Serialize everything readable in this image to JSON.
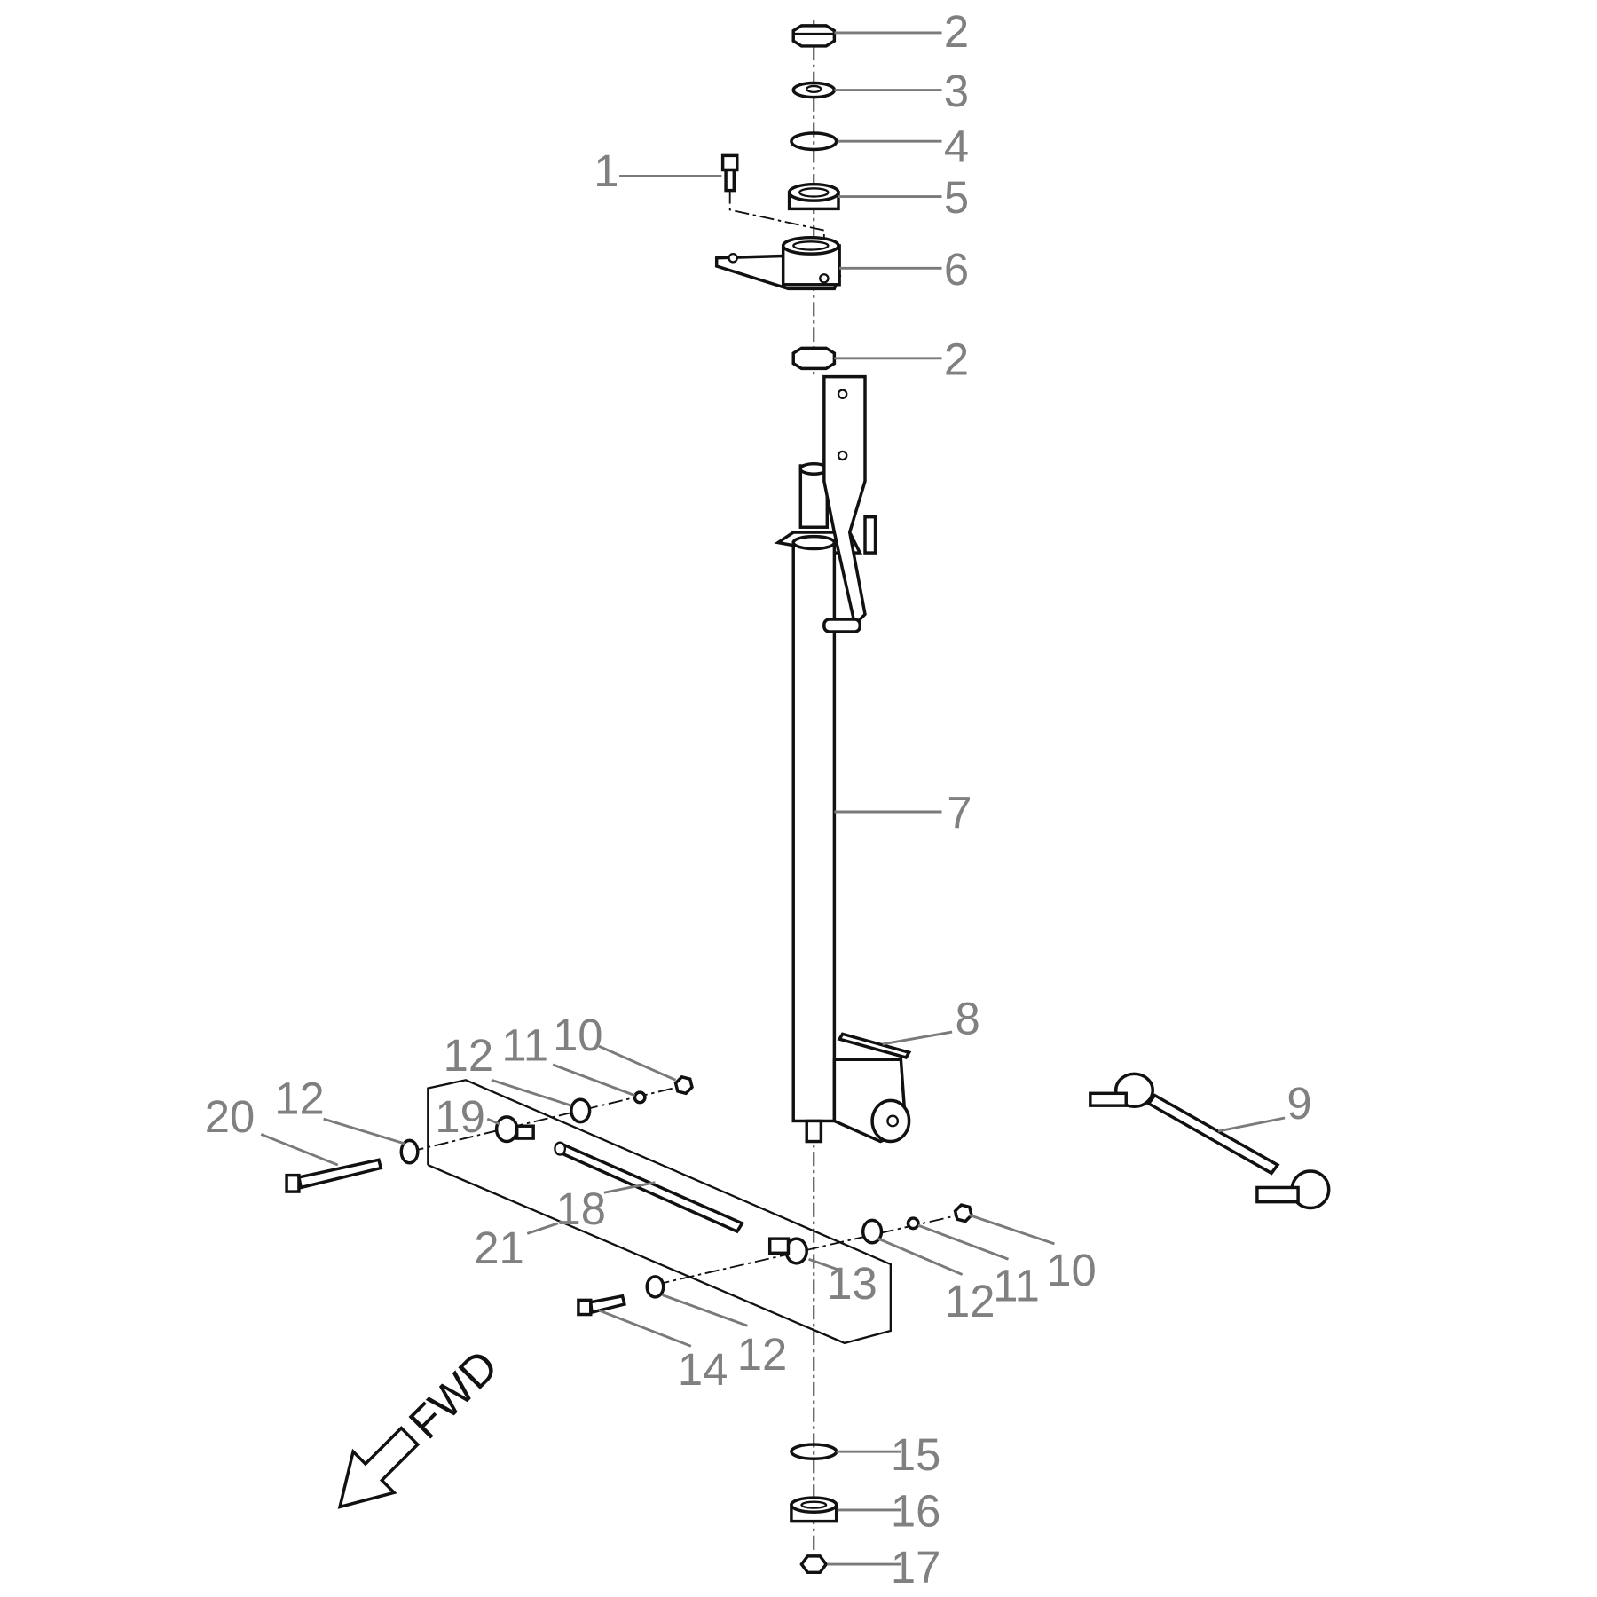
{
  "diagram": {
    "labels": {
      "l2a": "2",
      "l3": "3",
      "l4": "4",
      "l5": "5",
      "l6": "6",
      "l1": "1",
      "l2b": "2",
      "l7": "7",
      "l8": "8",
      "l9": "9",
      "l10a": "10",
      "l11a": "11",
      "l12a": "12",
      "l19": "19",
      "l12b": "12",
      "l20": "20",
      "l18": "18",
      "l21": "21",
      "l13": "13",
      "l12c": "12",
      "l11b": "11",
      "l10b": "10",
      "l14": "14",
      "l12d": "12",
      "l15": "15",
      "l16": "16",
      "l17": "17"
    },
    "direction_label": "FWD"
  }
}
